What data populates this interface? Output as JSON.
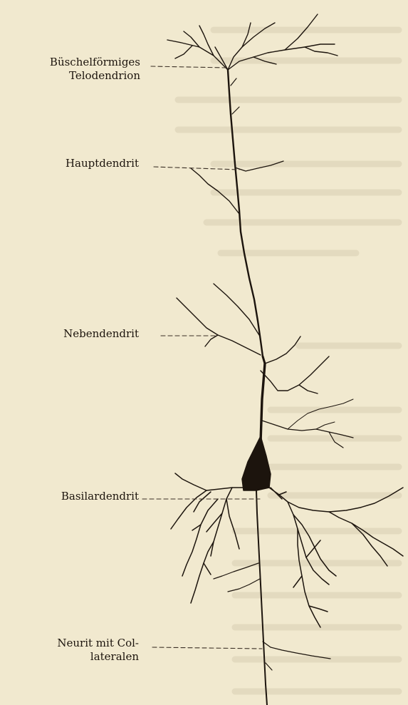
{
  "labels": {
    "tuft": [
      "Büschelförmiges",
      "Telodendrion"
    ],
    "apical": "Hauptdendrit",
    "side": "Nebendendrit",
    "basal": "Basilardendrit",
    "axon": [
      "Neurit mit Col-",
      "lateralen"
    ]
  },
  "colors": {
    "paper": "#f1e9cf",
    "ink": "#1c140d",
    "bleed": "#d9cfb2"
  }
}
